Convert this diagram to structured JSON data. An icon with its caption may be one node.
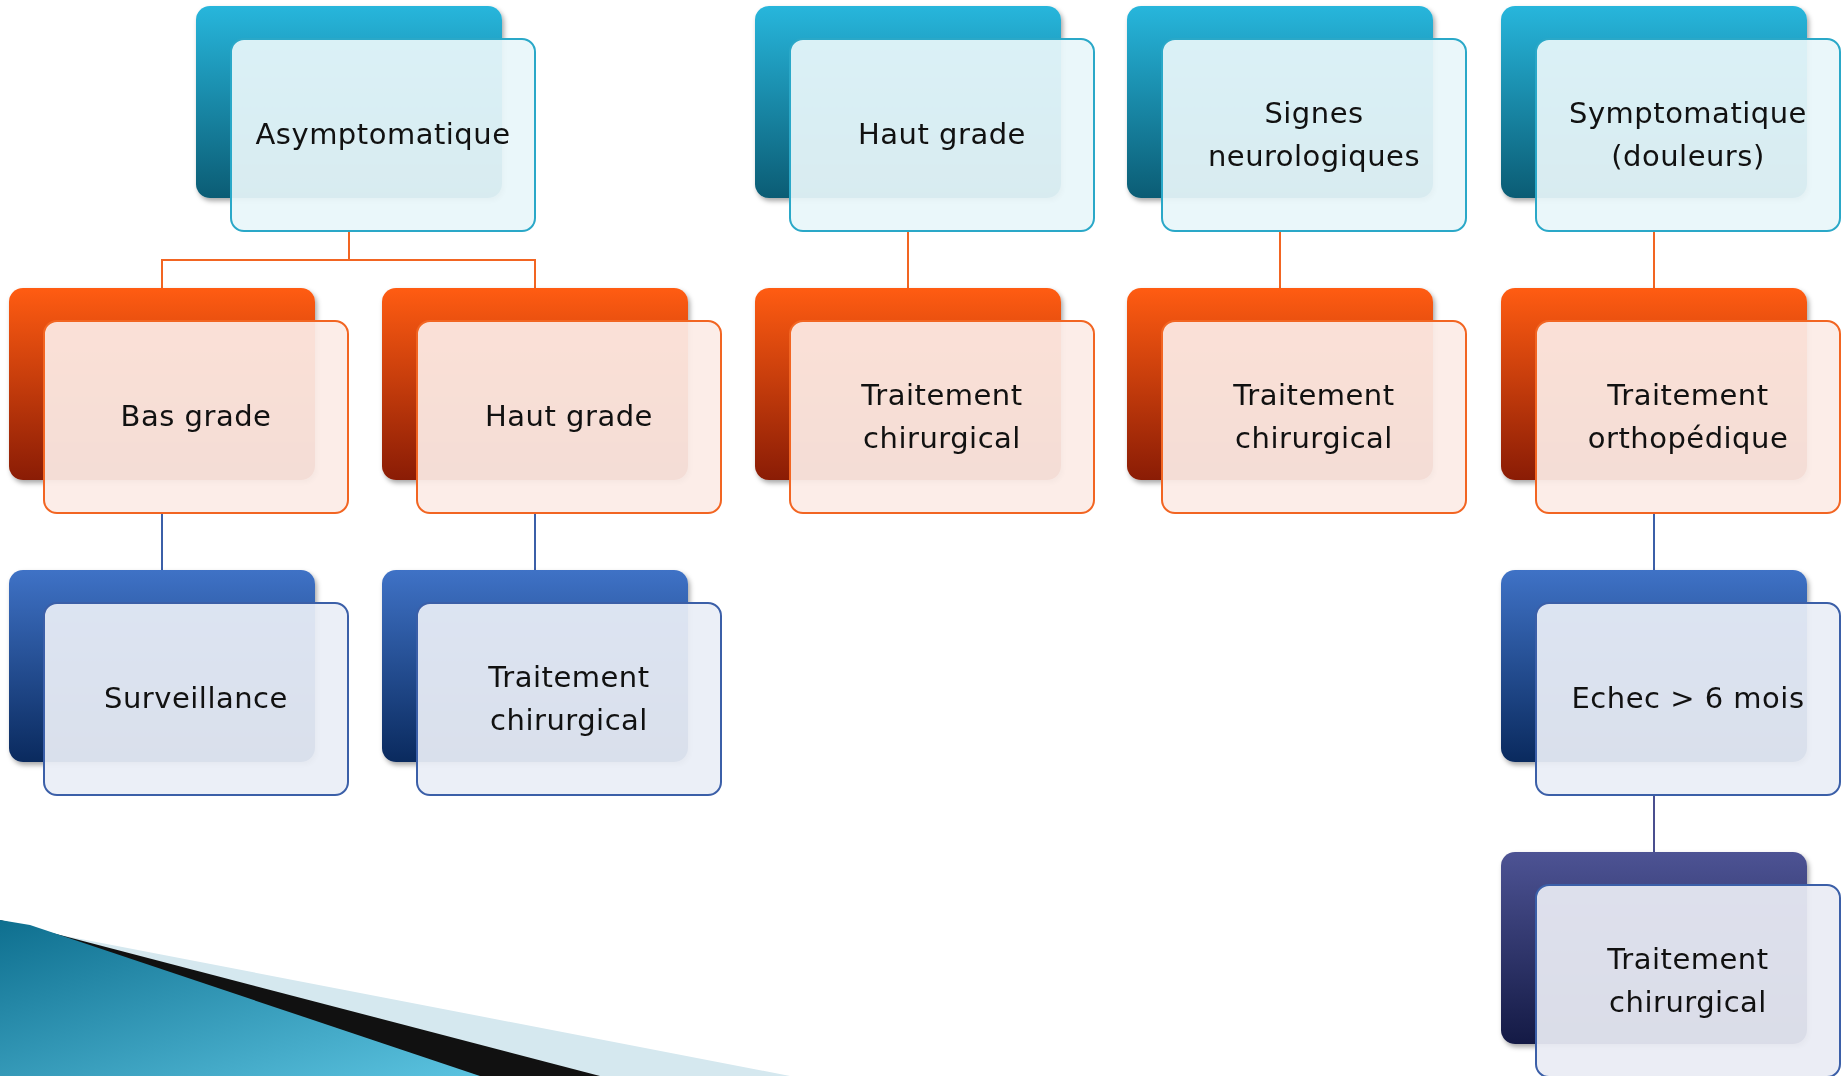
{
  "diagram": {
    "nodes": [
      {
        "text": [
          "Asymptomatique"
        ]
      },
      {
        "text": [
          "Bas grade"
        ]
      },
      {
        "text": [
          "Haut grade"
        ]
      },
      {
        "text": [
          "Surveillance"
        ]
      },
      {
        "text": [
          "Traitement chirurgical"
        ]
      },
      {
        "text": [
          "Haut grade"
        ]
      },
      {
        "text": [
          "Traitement chirurgical"
        ]
      },
      {
        "text": [
          "Signes neurologiques"
        ]
      },
      {
        "text": [
          "Traitement chirurgical"
        ]
      },
      {
        "text": [
          "Symptomatique (douleurs)"
        ]
      },
      {
        "text": [
          "Traitement orthopédique"
        ]
      },
      {
        "text": [
          "Echec > 6 mois"
        ]
      },
      {
        "text": [
          "Traitement chirurgical"
        ]
      }
    ],
    "edges": [
      {
        "from": 0,
        "to": 1,
        "arrow": "none"
      },
      {
        "from": 0,
        "to": 2,
        "arrow": "none"
      },
      {
        "from": 1,
        "to": 3,
        "arrow": "none",
        "color": "#3b5fa8"
      },
      {
        "from": 2,
        "to": 4,
        "arrow": "none",
        "color": "#3b5fa8"
      },
      {
        "from": 5,
        "to": 6,
        "arrow": "none"
      },
      {
        "from": 7,
        "to": 8,
        "arrow": "none"
      },
      {
        "from": 9,
        "to": 10,
        "arrow": "none"
      },
      {
        "from": 10,
        "to": 11,
        "arrow": "none",
        "color": "#3b5fa8"
      },
      {
        "from": 11,
        "to": 12,
        "arrow": "none",
        "color": "#4a4f8f"
      }
    ]
  }
}
